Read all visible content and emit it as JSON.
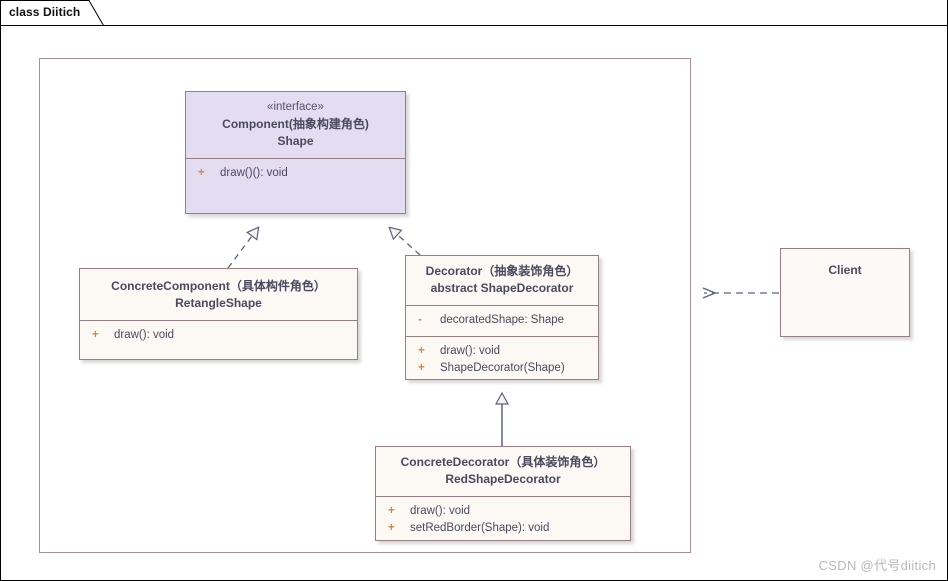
{
  "window": {
    "tab_label": "class Diitich"
  },
  "watermark": {
    "text": "CSDN @代号diitich"
  },
  "colors": {
    "interface_fill": "#e4ddf1",
    "class_fill": "#fcf8f4",
    "border": "#9a7d82",
    "frame_border": "#a98e92",
    "text": "#4a4a5e",
    "visibility_marker": "#d58a45",
    "connector": "#5a6383",
    "watermark": "#b9b9b9"
  },
  "diagram": {
    "type": "uml-class-diagram",
    "pattern": "Decorator",
    "classes": [
      {
        "id": "component",
        "stereotype": "«interface»",
        "role": "Component(抽象构建角色)",
        "name": "Shape",
        "fields": [],
        "methods": [
          {
            "visibility": "+",
            "signature": "draw()(): void"
          }
        ]
      },
      {
        "id": "concrete-component",
        "stereotype": "",
        "role": "ConcreteComponent（具体构件角色）",
        "name": "RetangleShape",
        "fields": [],
        "methods": [
          {
            "visibility": "+",
            "signature": "draw(): void"
          }
        ]
      },
      {
        "id": "decorator",
        "stereotype": "",
        "role": "Decorator（抽象装饰角色）",
        "name": "abstract ShapeDecorator",
        "fields": [
          {
            "visibility": "-",
            "signature": "decoratedShape: Shape"
          }
        ],
        "methods": [
          {
            "visibility": "+",
            "signature": "draw(): void"
          },
          {
            "visibility": "+",
            "signature": "ShapeDecorator(Shape)"
          }
        ]
      },
      {
        "id": "concrete-decorator",
        "stereotype": "",
        "role": "ConcreteDecorator（具体装饰角色）",
        "name": "RedShapeDecorator",
        "fields": [],
        "methods": [
          {
            "visibility": "+",
            "signature": "draw(): void"
          },
          {
            "visibility": "+",
            "signature": "setRedBorder(Shape): void"
          }
        ]
      },
      {
        "id": "client",
        "stereotype": "",
        "role": "",
        "name": "Client",
        "fields": [],
        "methods": []
      }
    ],
    "relationships": [
      {
        "from": "concrete-component",
        "to": "component",
        "type": "realization",
        "line": "dashed",
        "head": "hollow-triangle"
      },
      {
        "from": "decorator",
        "to": "component",
        "type": "realization",
        "line": "dashed",
        "head": "hollow-triangle"
      },
      {
        "from": "concrete-decorator",
        "to": "decorator",
        "type": "generalization",
        "line": "solid",
        "head": "hollow-triangle"
      },
      {
        "from": "client",
        "to": "decorator",
        "type": "dependency",
        "line": "dashed",
        "head": "open-arrow"
      }
    ]
  }
}
